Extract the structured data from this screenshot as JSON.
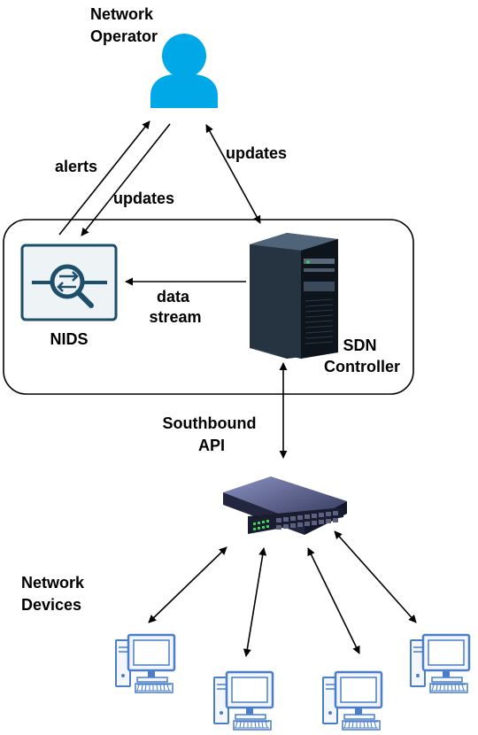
{
  "labels": {
    "operator_line1": "Network",
    "operator_line2": "Operator",
    "alerts": "alerts",
    "updates_left": "updates",
    "updates_right": "updates",
    "data": "data",
    "stream": "stream",
    "nids": "NIDS",
    "sdn_line1": "SDN",
    "sdn_line2": "Controller",
    "southbound_line1": "Southbound",
    "southbound_line2": "API",
    "devices_line1": "Network",
    "devices_line2": "Devices"
  },
  "colors": {
    "person": "#00a8e8",
    "nids_frame": "#1d4f6b",
    "nids_fill": "#eef3f6",
    "computer_outline": "#4a7ec8",
    "computer_fill": "#f3f6fc",
    "server_body": "#1e2833",
    "switch_body": "#2c2f4a",
    "switch_led": "#39d353"
  },
  "icons": [
    "user-icon",
    "nids-icon",
    "server-icon",
    "switch-icon",
    "computer-icon"
  ]
}
